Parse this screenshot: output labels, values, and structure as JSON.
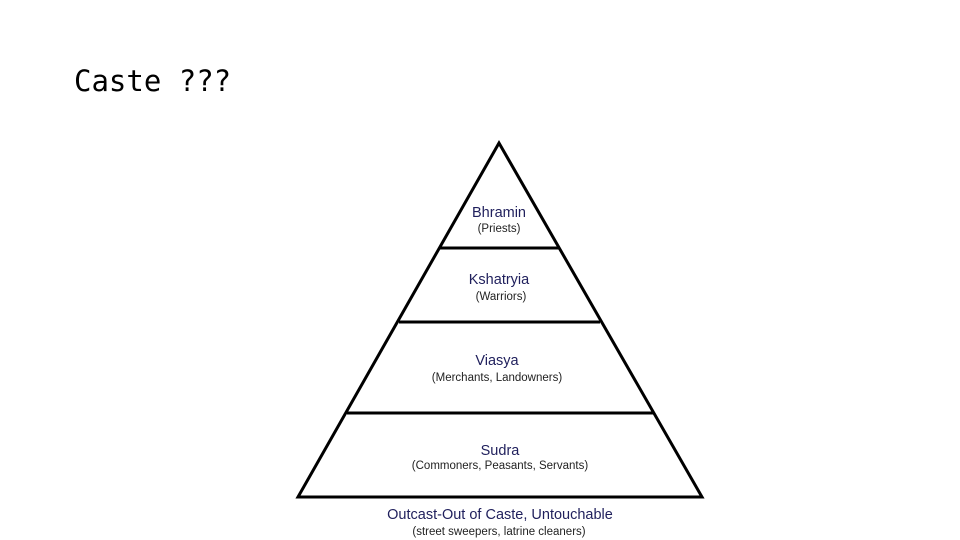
{
  "slide": {
    "title": "Caste ???"
  },
  "pyramid": {
    "tiers": [
      {
        "name": "Bhramin",
        "desc": "(Priests)"
      },
      {
        "name": "Kshatryia",
        "desc": "(Warriors)"
      },
      {
        "name": "Viasya",
        "desc": "(Merchants, Landowners)"
      },
      {
        "name": "Sudra",
        "desc": "(Commoners, Peasants, Servants)"
      }
    ],
    "outcast": {
      "name": "Outcast-Out of Caste, Untouchable",
      "desc": "(street sweepers, latrine cleaners)"
    },
    "colors": {
      "line": "#000000",
      "tier_label": "#1f1f5c"
    }
  }
}
